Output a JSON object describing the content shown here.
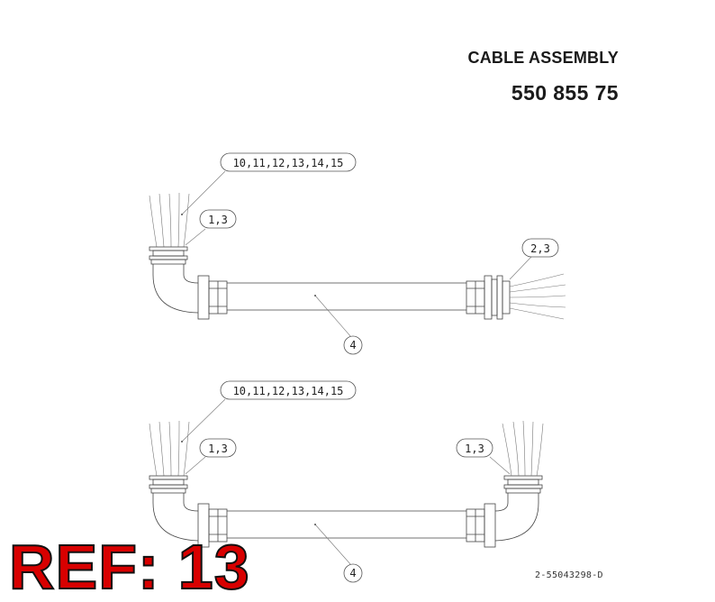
{
  "header": {
    "title": "CABLE ASSEMBLY",
    "part_number": "550 855 75"
  },
  "footer": {
    "doc_number": "2-55043298-D",
    "ref_label": "REF: 13"
  },
  "views": {
    "top": {
      "callout_wires": "10,11,12,13,14,15",
      "callout_left_gland": "1,3",
      "callout_right_gland": "2,3",
      "callout_tube": "4"
    },
    "bottom": {
      "callout_wires": "10,11,12,13,14,15",
      "callout_left_gland": "1,3",
      "callout_right_gland": "1,3",
      "callout_tube": "4"
    }
  }
}
